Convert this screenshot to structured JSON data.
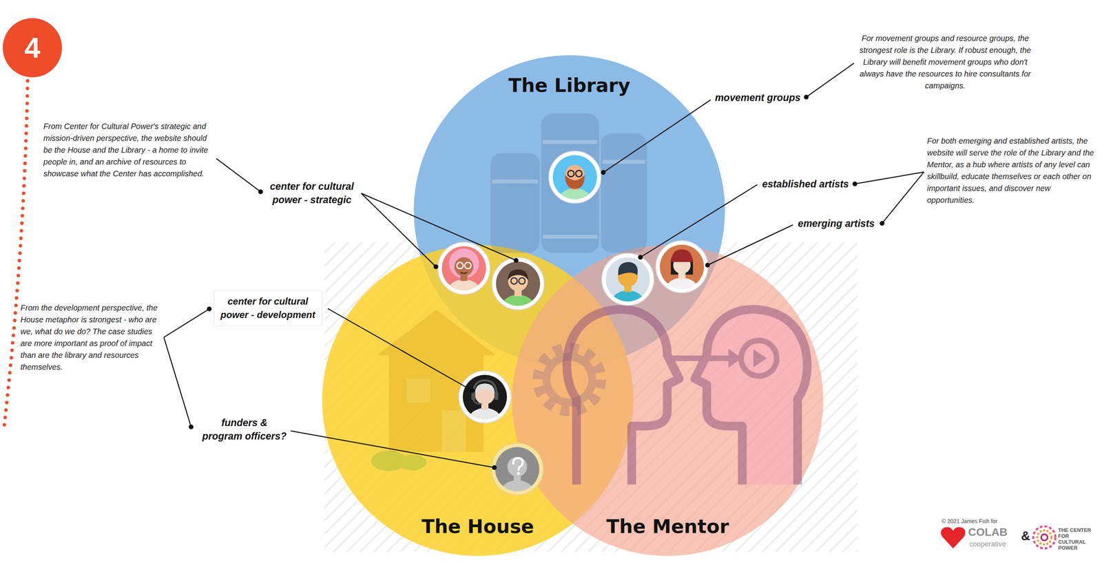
{
  "diagram": {
    "nodes": [
      {
        "text": [
          "4"
        ]
      },
      {
        "text": [
          "The Library"
        ]
      },
      {
        "text": [
          "center for cultural power - development"
        ]
      },
      {
        "text": [
          "The House"
        ]
      },
      {
        "text": [
          "The Mentor"
        ]
      }
    ],
    "labels": [
      "From Center for Cultural Power's strategic and mission-driven perspective, the website should be the House and the Library - a home to invite people in, and an archive of resources to showcase what the Center has accomplished.",
      "For movement groups and resource groups, the strongest role is the Library. If robust enough, the Library will benefit movement groups who don't always have the resources to hire consultants for campaigns.",
      "movement groups",
      "For both emerging and established artists, the website will serve the role of the Library and the Mentor, as a hub where artists of any level can skillbuild, educate themselves or each other on important issues, and discover new opportunities.",
      "center for cultural power - strategic",
      "established artists",
      "emerging artists",
      "From the development perspective, the House metaphor is strongest - who are we, what do we do? The case studies are more important as proof of impact than are the library and resources themselves.",
      "funders & program officers?",
      "© 2021 James Fish for",
      "COLAB",
      "cooperative",
      "&",
      "THE CENTER FOR CULTURAL POWER"
    ]
  }
}
